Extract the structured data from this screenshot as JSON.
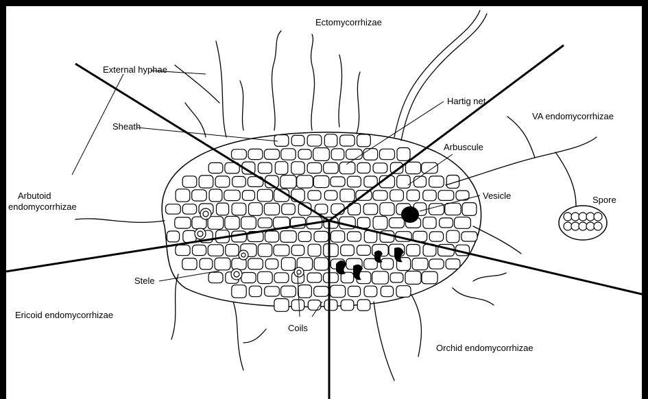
{
  "diagram": {
    "sectors": {
      "ecto": "Ectomycorrhizae",
      "va": "VA endomycorrhizae",
      "arbutoid_line1": "Arbutoid",
      "arbutoid_line2": "endomycorrhizae",
      "ericoid": "Ericoid endomycorrhizae",
      "orchid": "Orchid endomycorrhizae"
    },
    "structures": {
      "external_hyphae": "External hyphae",
      "hartig_net": "Hartig net",
      "sheath": "Sheath",
      "arbuscule": "Arbuscule",
      "vesicle": "Vesicle",
      "spore": "Spore",
      "stele": "Stele",
      "coils": "Coils"
    }
  }
}
